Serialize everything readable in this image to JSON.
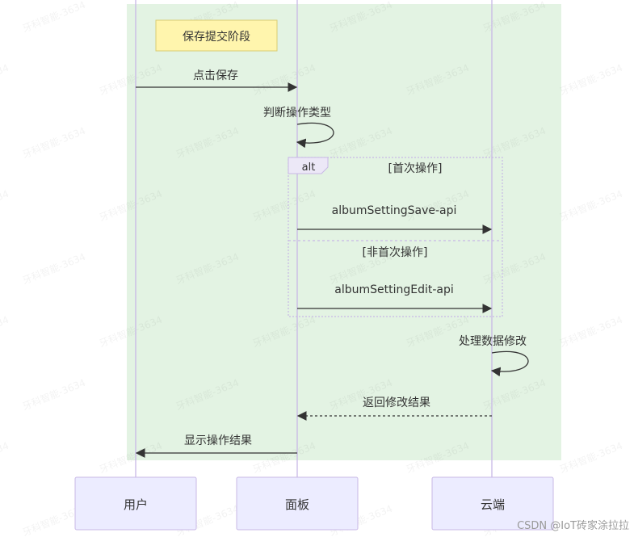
{
  "participants": [
    {
      "id": "user",
      "label": "用户"
    },
    {
      "id": "panel",
      "label": "面板"
    },
    {
      "id": "cloud",
      "label": "云端"
    }
  ],
  "rect_block": {
    "color": "#e3f3e3"
  },
  "note": {
    "text": "保存提交阶段"
  },
  "messages": [
    {
      "id": "click-save",
      "from": "user",
      "to": "panel",
      "text": "点击保存",
      "style": "solid"
    },
    {
      "id": "judge-type",
      "from": "panel",
      "to": "panel",
      "text": "判断操作类型",
      "style": "solid"
    },
    {
      "id": "save-api",
      "from": "panel",
      "to": "cloud",
      "text": "albumSettingSave-api",
      "style": "solid"
    },
    {
      "id": "edit-api",
      "from": "panel",
      "to": "cloud",
      "text": "albumSettingEdit-api",
      "style": "solid"
    },
    {
      "id": "process-data",
      "from": "cloud",
      "to": "cloud",
      "text": "处理数据修改",
      "style": "solid"
    },
    {
      "id": "return-result",
      "from": "cloud",
      "to": "panel",
      "text": "返回修改结果",
      "style": "dashed"
    },
    {
      "id": "show-result",
      "from": "panel",
      "to": "user",
      "text": "显示操作结果",
      "style": "solid"
    }
  ],
  "alt": {
    "keyword": "alt",
    "sections": [
      "[首次操作]",
      "[非首次操作]"
    ]
  },
  "watermark": {
    "text": "牙科智能-3634"
  },
  "credit": "CSDN @IoT砖家涂拉拉"
}
